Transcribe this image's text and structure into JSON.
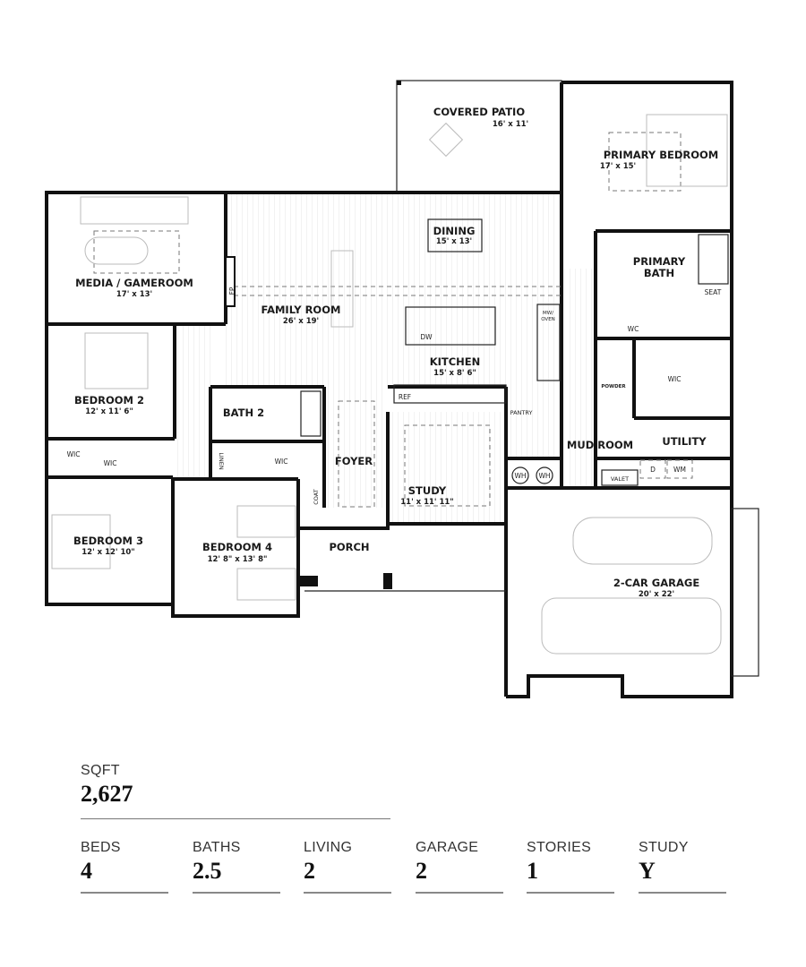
{
  "floorplan": {
    "rooms": {
      "covered_patio": {
        "name": "COVERED PATIO",
        "dims": "16' x 11'"
      },
      "primary_bedroom": {
        "name": "PRIMARY BEDROOM",
        "dims": "17' x 15'"
      },
      "media": {
        "name": "MEDIA / GAMEROOM",
        "dims": "17' x 13'"
      },
      "family": {
        "name": "FAMILY ROOM",
        "dims": "26' x 19'"
      },
      "dining": {
        "name": "DINING",
        "dims": "15' x 13'"
      },
      "kitchen": {
        "name": "KITCHEN",
        "dims": "15' x 8' 6\""
      },
      "primary_bath": {
        "line1": "PRIMARY",
        "line2": "BATH"
      },
      "bedroom2": {
        "name": "BEDROOM 2",
        "dims": "12' x 11' 6\""
      },
      "bath2": {
        "name": "BATH 2"
      },
      "foyer": {
        "name": "FOYER"
      },
      "study": {
        "name": "STUDY",
        "dims": "11' x 11' 11\""
      },
      "mud_room": {
        "name": "MUD ROOM"
      },
      "utility": {
        "name": "UTILITY"
      },
      "bedroom3": {
        "name": "BEDROOM 3",
        "dims": "12' x 12' 10\""
      },
      "bedroom4": {
        "name": "BEDROOM 4",
        "dims": "12' 8\" x 13' 8\""
      },
      "porch": {
        "name": "PORCH"
      },
      "garage": {
        "name": "2-CAR GARAGE",
        "dims": "20' x 22'"
      }
    },
    "small_labels": {
      "fp": "FP",
      "seat": "SEAT",
      "wc": "WC",
      "mw_oven_1": "MW/",
      "mw_oven_2": "OVEN",
      "dw": "DW",
      "ref": "REF",
      "pantry": "PANTRY",
      "powder": "POWDER",
      "wic": "WIC",
      "wh": "WH",
      "d": "D",
      "wm": "WM",
      "valet": "VALET",
      "linen": "LINEN",
      "coat": "COAT"
    }
  },
  "stats": {
    "sqft": {
      "label": "SQFT",
      "value": "2,627"
    },
    "items": [
      {
        "label": "BEDS",
        "value": "4"
      },
      {
        "label": "BATHS",
        "value": "2.5"
      },
      {
        "label": "LIVING",
        "value": "2"
      },
      {
        "label": "GARAGE",
        "value": "2"
      },
      {
        "label": "STORIES",
        "value": "1"
      },
      {
        "label": "STUDY",
        "value": "Y"
      }
    ]
  }
}
